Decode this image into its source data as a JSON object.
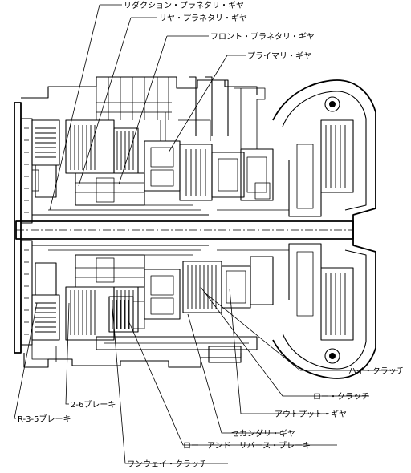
{
  "diagram": {
    "labels": {
      "reduction_planetary": "リダクション・プラネタリ・ギヤ",
      "rear_planetary": "リヤ・プラネタリ・ギヤ",
      "front_planetary": "フロント・プラネタリ・ギヤ",
      "primary_gear": "プライマリ・ギヤ",
      "high_clutch": "ハイ・クラッチ",
      "low_clutch": "ロー・クラッチ",
      "output_gear": "アウトプット・ギヤ",
      "secondary_gear": "セカンダリ・ギヤ",
      "low_reverse_brake": "ロー　アンド　リバース・ブレーキ",
      "one_way_clutch": "ワンウェイ・クラッチ",
      "brake_2_6": "2-6ブレーキ",
      "brake_r35": "R-3-5ブレーキ"
    }
  }
}
